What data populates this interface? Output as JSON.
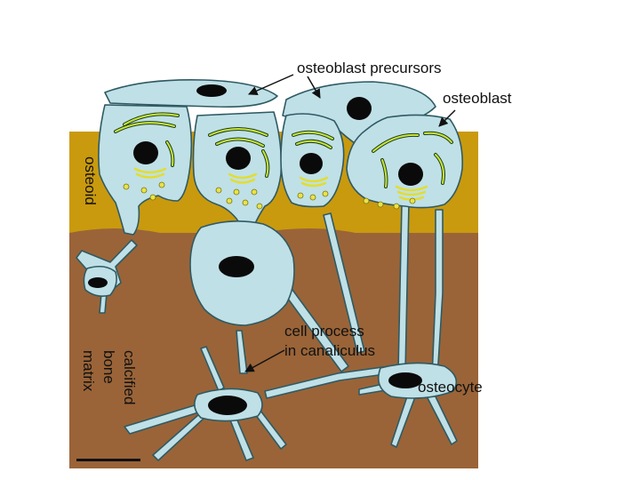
{
  "labels": {
    "osteoblast_precursors": "osteoblast precursors",
    "osteoblast": "osteoblast",
    "osteoid": "osteoid",
    "cell_process_line1": "cell process",
    "cell_process_line2": "in canaliculus",
    "osteocyte": "osteocyte",
    "calcified": "calcified",
    "bone": "bone",
    "matrix": "matrix"
  },
  "colors": {
    "osteoid": "#c99a0e",
    "calcified_bone_matrix": "#9a6438",
    "cell": "#bfe0e6",
    "cell_outline": "#2f5a63",
    "nucleus": "#0a0a0a",
    "golgi": "#e4dd2a",
    "rough_er": "#1f3f1a"
  }
}
